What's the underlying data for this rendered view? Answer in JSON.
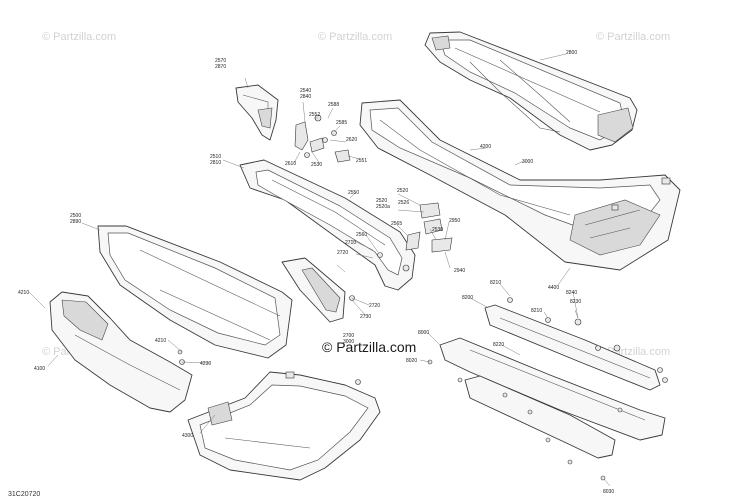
{
  "watermark": {
    "text": "© Partzilla.com"
  },
  "diagram_id": "31C20720",
  "callouts": [
    "2570\n2870",
    "2540\n2840",
    "2552",
    "2588",
    "2585",
    "2620",
    "2610",
    "2530",
    "2551",
    "2800",
    "4200",
    "3000",
    "2510\n2810",
    "2550",
    "2520\n2520a",
    "2526",
    "2520",
    "2565",
    "2530",
    "2950",
    "2940",
    "2500\n2890",
    "2560",
    "2710",
    "2720",
    "2720",
    "2730",
    "2700\n3000",
    "4210",
    "4210",
    "4230",
    "4100",
    "4300",
    "4400",
    "8210",
    "8240",
    "8200",
    "8230",
    "8210",
    "8000",
    "8220",
    "8020",
    "8030"
  ]
}
